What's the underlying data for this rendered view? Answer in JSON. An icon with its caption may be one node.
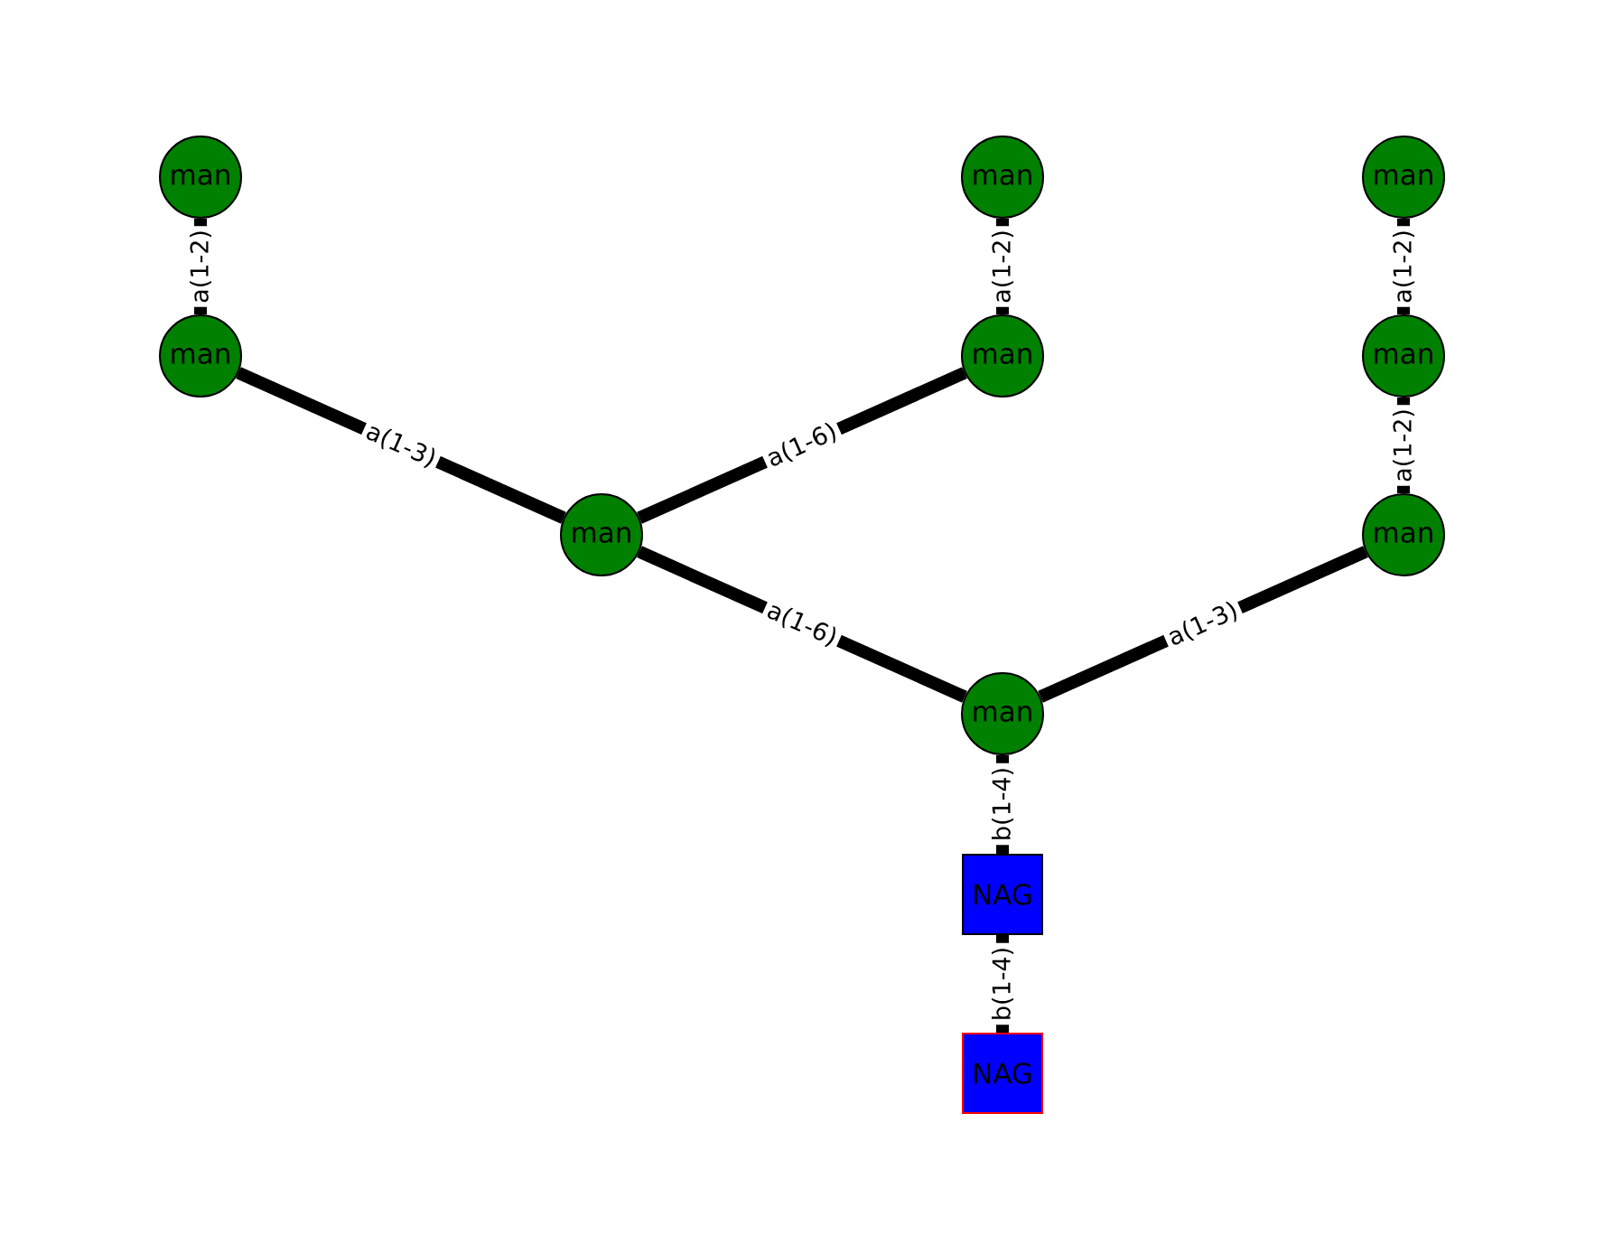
{
  "diagram": {
    "nodes": [
      {
        "text": [
          "man"
        ]
      },
      {
        "text": [
          "man"
        ]
      },
      {
        "text": [
          "man"
        ]
      },
      {
        "text": [
          "man"
        ]
      },
      {
        "text": [
          "man"
        ]
      },
      {
        "text": [
          "man"
        ]
      },
      {
        "text": [
          "man"
        ]
      },
      {
        "text": [
          "man"
        ]
      },
      {
        "text": [
          "man"
        ]
      },
      {
        "text": [
          "NAG"
        ]
      },
      {
        "text": [
          "NAG"
        ]
      }
    ],
    "edges": [
      {
        "from": 0,
        "to": 3,
        "arrow": "none",
        "label": "a(1-2)"
      },
      {
        "from": 1,
        "to": 4,
        "arrow": "none",
        "label": "a(1-2)"
      },
      {
        "from": 2,
        "to": 5,
        "arrow": "none",
        "label": "a(1-2)"
      },
      {
        "from": 3,
        "to": 6,
        "arrow": "none",
        "label": "a(1-3)"
      },
      {
        "from": 4,
        "to": 6,
        "arrow": "none",
        "label": "a(1-6)"
      },
      {
        "from": 5,
        "to": 7,
        "arrow": "none",
        "label": "a(1-2)"
      },
      {
        "from": 6,
        "to": 8,
        "arrow": "none",
        "label": "a(1-6)"
      },
      {
        "from": 7,
        "to": 8,
        "arrow": "none",
        "label": "a(1-3)"
      },
      {
        "from": 8,
        "to": 9,
        "arrow": "none",
        "label": "b(1-4)"
      },
      {
        "from": 9,
        "to": 10,
        "arrow": "none",
        "label": "b(1-4)"
      }
    ]
  }
}
